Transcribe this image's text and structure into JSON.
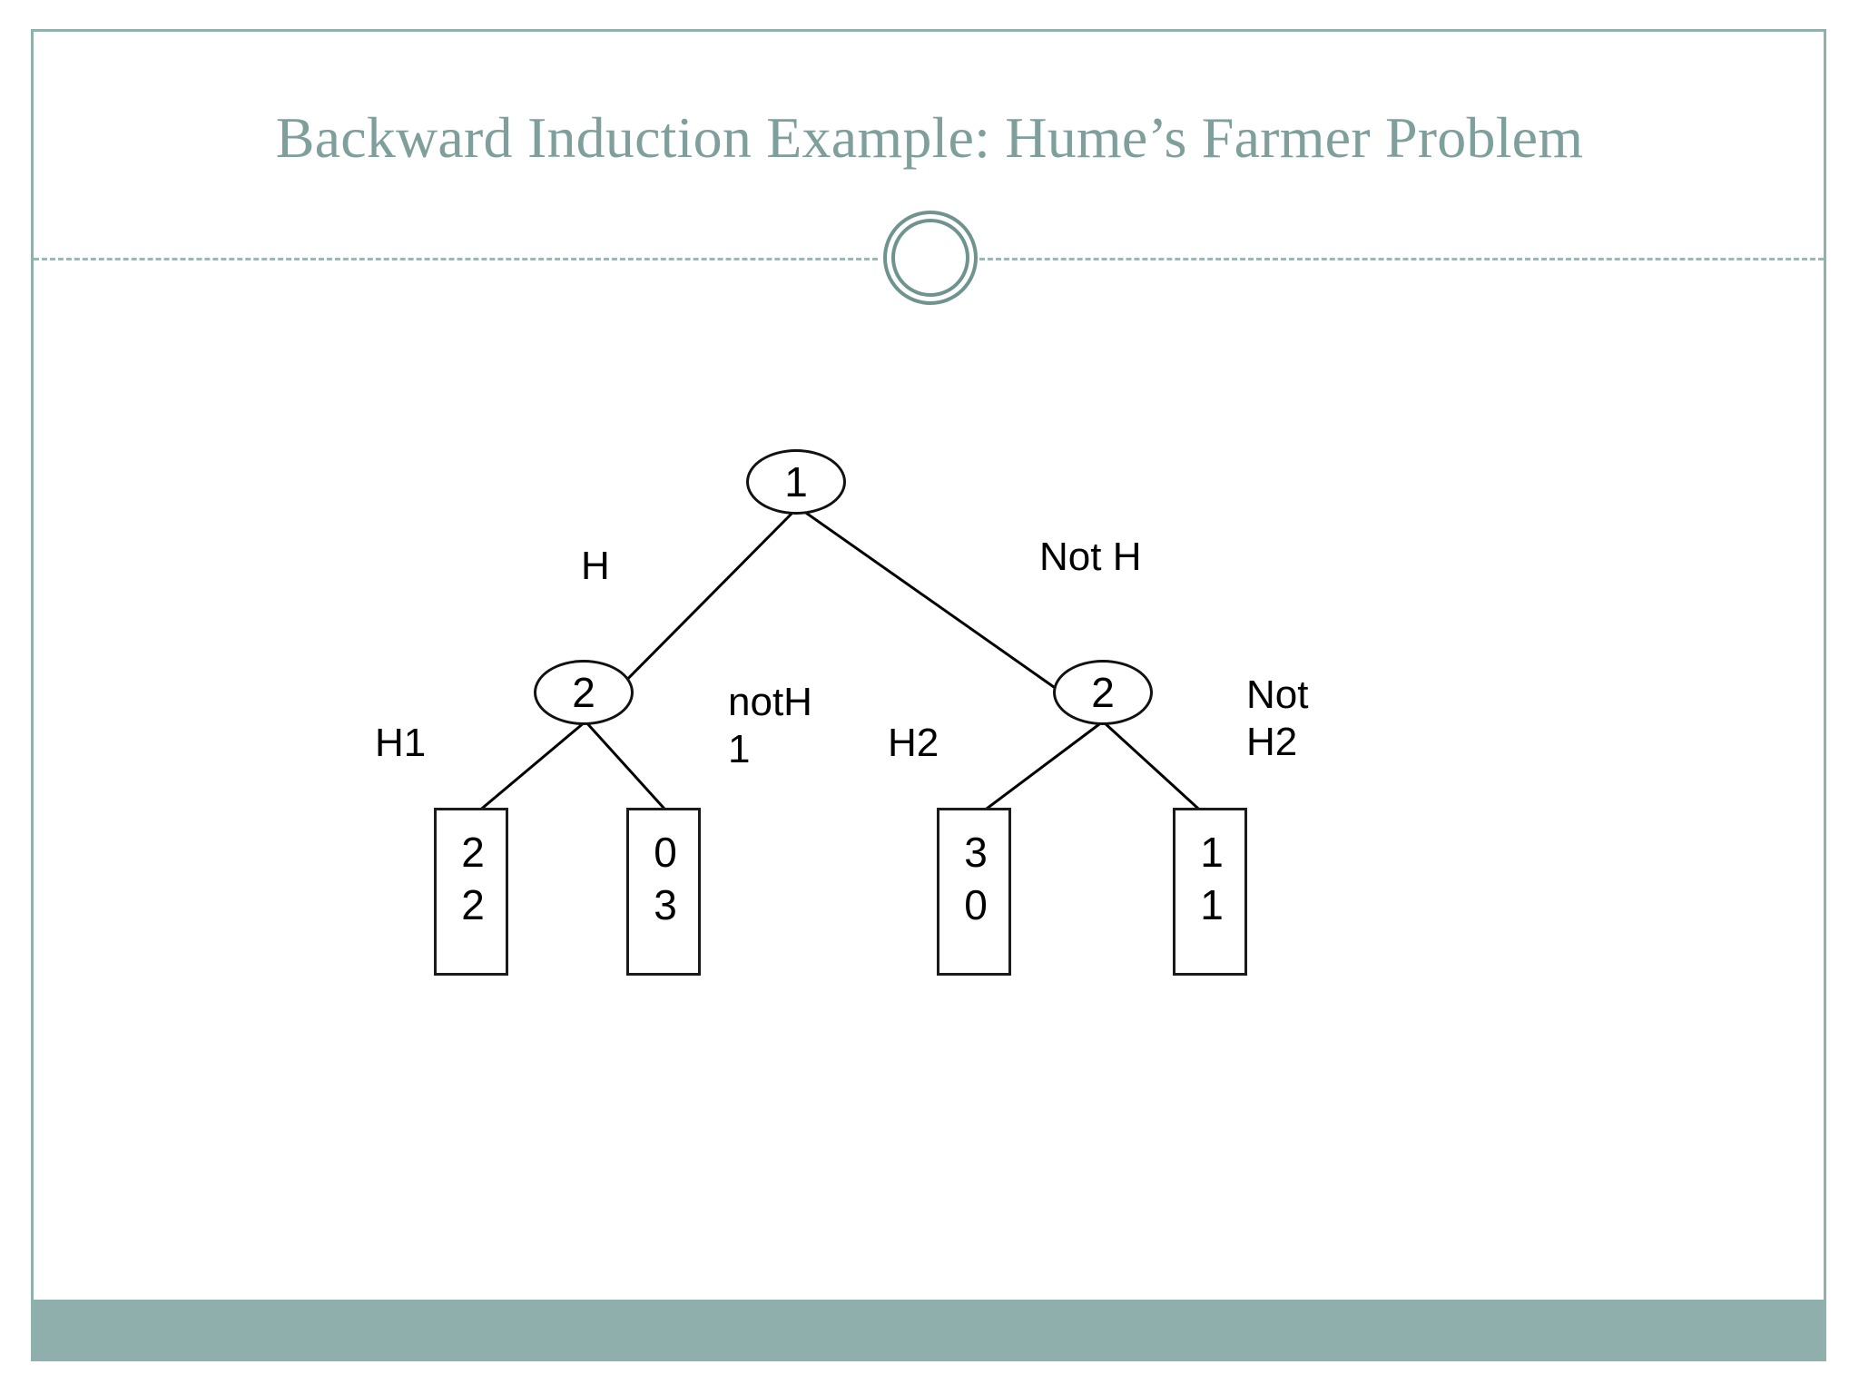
{
  "slide": {
    "title": "Backward Induction Example: Hume’s Farmer Problem",
    "accent_color": "#8eafab",
    "title_color": "#7e9f9b",
    "frame_color": "#8fb0ab",
    "background_color": "#ffffff"
  },
  "ornament": {
    "name": "double-ring-divider",
    "ring_color": "#6f938e",
    "dash_color": "#9bb8b4"
  },
  "diagram": {
    "type": "game-tree",
    "nodes": [
      {
        "id": "root",
        "label": "1",
        "player": "1"
      },
      {
        "id": "left",
        "label": "2",
        "player": "2"
      },
      {
        "id": "right",
        "label": "2",
        "player": "2"
      }
    ],
    "edges": [
      {
        "id": "root-left",
        "from": "root",
        "to": "left",
        "label": "H"
      },
      {
        "id": "root-right",
        "from": "root",
        "to": "right",
        "label": "Not H"
      },
      {
        "id": "left-leaf1",
        "from": "left",
        "to": "leaf1",
        "label": "H1"
      },
      {
        "id": "left-leaf2",
        "from": "left",
        "to": "leaf2",
        "label": "notH\n1"
      },
      {
        "id": "right-leaf3",
        "from": "right",
        "to": "leaf3",
        "label": "H2"
      },
      {
        "id": "right-leaf4",
        "from": "right",
        "to": "leaf4",
        "label": "Not\nH2"
      }
    ],
    "leaves": [
      {
        "id": "leaf1",
        "payoffs": [
          "2",
          "2"
        ]
      },
      {
        "id": "leaf2",
        "payoffs": [
          "0",
          "3"
        ]
      },
      {
        "id": "leaf3",
        "payoffs": [
          "3",
          "0"
        ]
      },
      {
        "id": "leaf4",
        "payoffs": [
          "1",
          "1"
        ]
      }
    ]
  }
}
